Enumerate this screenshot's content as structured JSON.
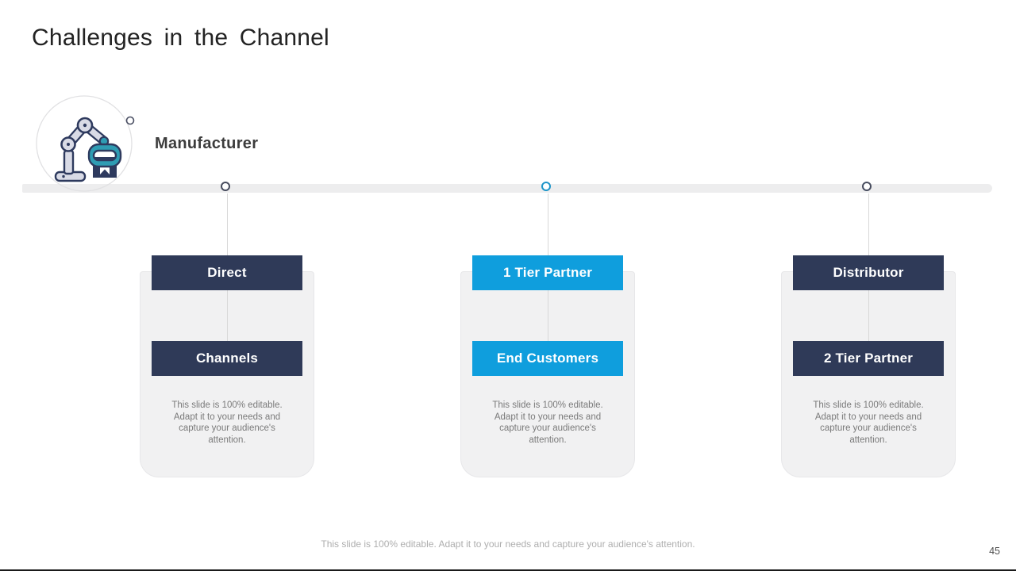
{
  "slide": {
    "title": "Challenges in the Channel",
    "footer_note": "This slide is 100% editable. Adapt it to your needs and capture your audience's attention.",
    "page_number": "45"
  },
  "manufacturer": {
    "label": "Manufacturer",
    "icon": "robot-arm-icon"
  },
  "colors": {
    "navy": "#2f3a58",
    "blue": "#0f9edd",
    "card_background": "#f1f1f2",
    "timeline_bar": "#ededee",
    "connector_gray": "#d8d8d8",
    "icon_teal": "#2f9cb3",
    "icon_arm_gray": "#d9dbe6",
    "icon_outline_navy": "#2e3a5e"
  },
  "columns": [
    {
      "top_label": "Direct",
      "bottom_label": "Channels",
      "description": "This slide is 100% editable. Adapt it to your needs and capture your audience's attention.",
      "accent_color": "#2f3a58",
      "node_border_color": "#474c5e"
    },
    {
      "top_label": "1 Tier Partner",
      "bottom_label": "End Customers",
      "description": "This slide is 100% editable. Adapt it to your needs and capture your audience's attention.",
      "accent_color": "#0f9edd",
      "node_border_color": "#1e95c9"
    },
    {
      "top_label": "Distributor",
      "bottom_label": "2 Tier Partner",
      "description": "This slide is 100% editable. Adapt it to your needs and capture your audience's attention.",
      "accent_color": "#2f3a58",
      "node_border_color": "#474c5e"
    }
  ]
}
